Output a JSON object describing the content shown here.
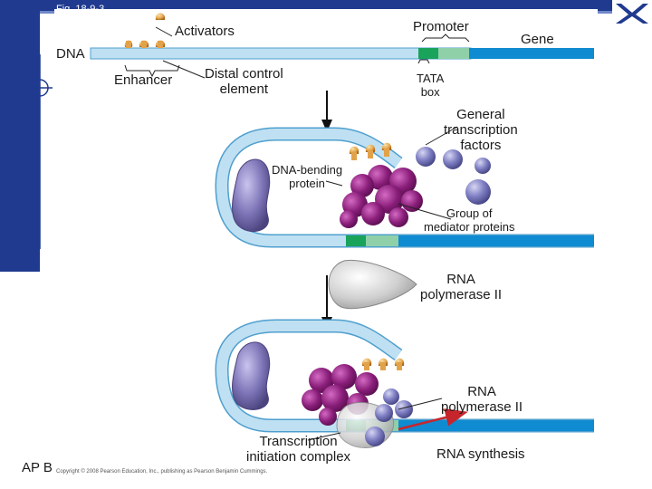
{
  "figure_label": "Fig. 18-9-3",
  "course_text": "AP B",
  "copyright": "Copyright © 2008 Pearson Education, Inc., publishing as Pearson Benjamin Cummings.",
  "labels": {
    "activators": "Activators",
    "promoter": "Promoter",
    "gene": "Gene",
    "dna": "DNA",
    "enhancer": "Enhancer",
    "distal_control_1": "Distal control",
    "distal_control_2": "element",
    "tata_1": "TATA",
    "tata_2": "box",
    "gtf_1": "General",
    "gtf_2": "transcription",
    "gtf_3": "factors",
    "dna_bending_1": "DNA-bending",
    "dna_bending_2": "protein",
    "mediator_1": "Group of",
    "mediator_2": "mediator proteins",
    "rna_pol_1": "RNA",
    "rna_pol_2": "polymerase II",
    "rna_pol_b_1": "RNA",
    "rna_pol_b_2": "polymerase II",
    "initiation_1": "Transcription",
    "initiation_2": "initiation complex",
    "rna_synthesis": "RNA synthesis"
  },
  "colors": {
    "dna_light": "#bfe0f2",
    "dna_outline": "#4f9fce",
    "gene_blue": "#0f8bd1",
    "tata_green": "#1aa35a",
    "promoter_green": "#8fd0a9",
    "activator_orange": "#e2a24a",
    "mediator_purple": "#8a1e7a",
    "bending_purple": "#7c73b6",
    "gtf_violet": "#7f7fc4",
    "polymerase_gray": "#c9c9c9",
    "rna_red": "#c7252c",
    "slide_navy": "#1f3a8f"
  }
}
